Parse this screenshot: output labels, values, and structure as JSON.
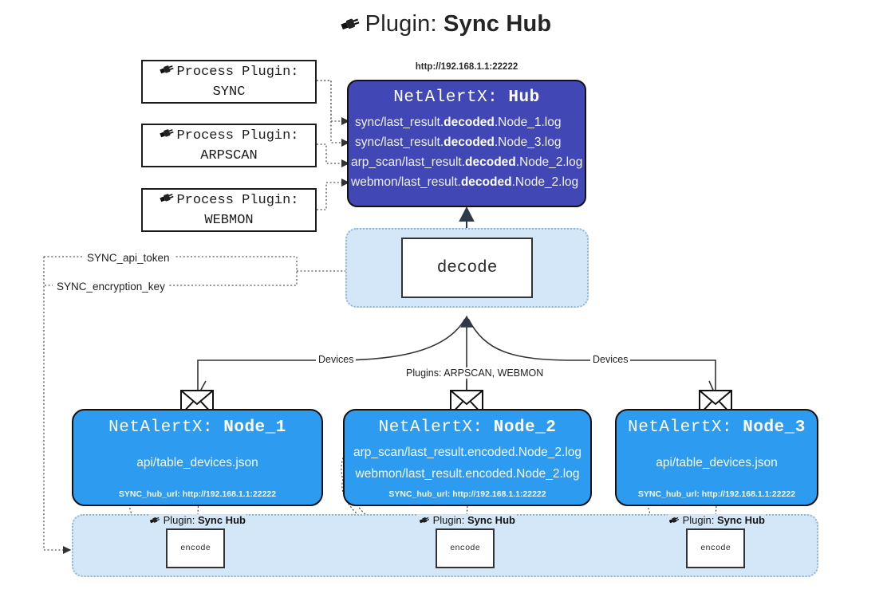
{
  "title": {
    "icon": "plug-icon",
    "prefix": "Plugin:",
    "name": "Sync Hub"
  },
  "process_plugins": [
    {
      "header": "Process Plugin:",
      "name": "SYNC"
    },
    {
      "header": "Process Plugin:",
      "name": "ARPSCAN"
    },
    {
      "header": "Process Plugin:",
      "name": "WEBMON"
    }
  ],
  "hub": {
    "url": "http://192.168.1.1:22222",
    "title_prefix": "NetAlertX:",
    "title_name": "Hub",
    "lines": [
      {
        "pre": "sync/last_result.",
        "mid": "decoded",
        "post": ".Node_1.log"
      },
      {
        "pre": "sync/last_result.",
        "mid": "decoded",
        "post": ".Node_3.log"
      },
      {
        "pre": "arp_scan/last_result.",
        "mid": "decoded",
        "post": ".Node_2.log"
      },
      {
        "pre": "webmon/last_result.",
        "mid": "decoded",
        "post": ".Node_2.log"
      }
    ]
  },
  "secrets": {
    "api_token": "SYNC_api_token",
    "encryption_key": "SYNC_encryption_key"
  },
  "decode": {
    "label": "decode"
  },
  "edge_labels": {
    "devices_left": "Devices",
    "devices_right": "Devices",
    "plugins_center": "Plugins: ARPSCAN, WEBMON"
  },
  "nodes": [
    {
      "title_prefix": "NetAlertX:",
      "title_name": "Node_1",
      "lines": [
        "api/table_devices.json"
      ],
      "footer": "SYNC_hub_url: http://192.168.1.1:22222",
      "envelope_icon": "envelope-icon"
    },
    {
      "title_prefix": "NetAlertX:",
      "title_name": "Node_2",
      "lines": [
        "arp_scan/last_result.encoded.Node_2.log",
        "webmon/last_result.encoded.Node_2.log"
      ],
      "footer": "SYNC_hub_url: http://192.168.1.1:22222",
      "envelope_icon": "envelope-icon"
    },
    {
      "title_prefix": "NetAlertX:",
      "title_name": "Node_3",
      "lines": [
        "api/table_devices.json"
      ],
      "footer": "SYNC_hub_url: http://192.168.1.1:22222",
      "envelope_icon": "envelope-icon"
    }
  ],
  "encoders": [
    {
      "plugin_prefix": "Plugin:",
      "plugin_name": "Sync Hub",
      "label": "encode"
    },
    {
      "plugin_prefix": "Plugin:",
      "plugin_name": "Sync Hub",
      "label": "encode"
    },
    {
      "plugin_prefix": "Plugin:",
      "plugin_name": "Sync Hub",
      "label": "encode"
    }
  ],
  "colors": {
    "hub_fill": "#4147b5",
    "node_fill": "#2d9bf0",
    "container_fill": "#d4e7f8",
    "container_border": "#8fb8d8",
    "line": "#333333"
  }
}
